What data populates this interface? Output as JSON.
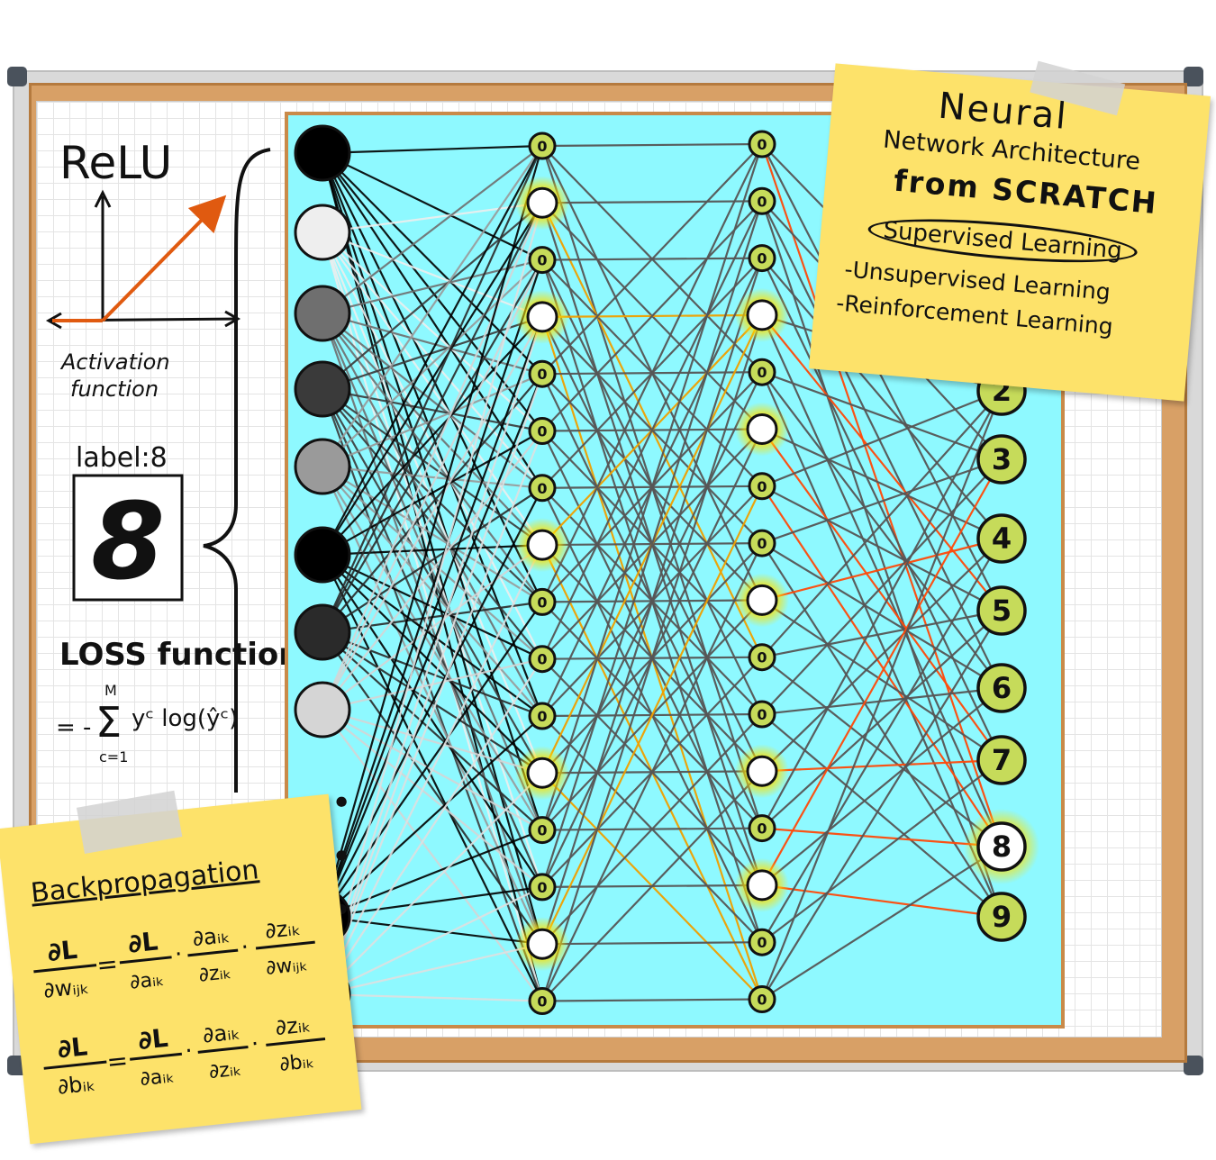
{
  "relu_panel": {
    "title": "ReLU",
    "caption_line1": "Activation",
    "caption_line2": "function"
  },
  "label_panel": {
    "label": "label:8",
    "digit": "8"
  },
  "loss_panel": {
    "title": "LOSS function",
    "formula_prefix": "= -",
    "sum_top": "M",
    "sum_bottom": "c=1",
    "formula_body": "yᶜ log(ŷᶜ)"
  },
  "network": {
    "input_shades": [
      "#000000",
      "#eeeeee",
      "#6f6f6f",
      "#3a3a3a",
      "#9a9a9a",
      "#000000",
      "#2a2a2a",
      "#d5d5d5",
      "#000000",
      "#e0e0e0"
    ],
    "hidden_activity": [
      0,
      1,
      0,
      1,
      0,
      0,
      0,
      1,
      0,
      0,
      0,
      1,
      0,
      0,
      1,
      0
    ],
    "hidden2_activity": [
      0,
      0,
      0,
      1,
      0,
      1,
      0,
      0,
      1,
      0,
      0,
      1,
      0,
      1,
      0,
      0
    ],
    "hidden_label": "0",
    "outputs": [
      "2",
      "3",
      "4",
      "5",
      "6",
      "7",
      "8",
      "9"
    ],
    "predicted_output": "8",
    "ellipsis": "•  •  •",
    "colors": {
      "panel": "#8ef9ff",
      "hidden_node": "#c6db5a",
      "active_node": "#ffffff",
      "glow": "#ffe100",
      "edge_dark": "#565656",
      "edge_orange": "#f0a000",
      "edge_red": "#ff4a0a"
    }
  },
  "note_architecture": {
    "line1": "Neural",
    "line2": "Network Architecture",
    "line3": "from SCRATCH",
    "items": [
      "Supervised Learning",
      "-Unsupervised Learning",
      "-Reinforcement Learning"
    ]
  },
  "note_backprop": {
    "title": "Backpropagation",
    "eq1_lhs_top": "∂L",
    "eq1_lhs_bottom": "∂wᵢⱼₖ",
    "eq1_t1_top": "∂L",
    "eq1_t1_bottom": "∂aᵢₖ",
    "eq1_t2_top": "∂aᵢₖ",
    "eq1_t2_bottom": "∂zᵢₖ",
    "eq1_t3_top": "∂zᵢₖ",
    "eq1_t3_bottom": "∂wᵢⱼₖ",
    "eq2_lhs_top": "∂L",
    "eq2_lhs_bottom": "∂bᵢₖ",
    "eq2_t1_top": "∂L",
    "eq2_t1_bottom": "∂aᵢₖ",
    "eq2_t2_top": "∂aᵢₖ",
    "eq2_t2_bottom": "∂zᵢₖ",
    "eq2_t3_top": "∂zᵢₖ",
    "eq2_t3_bottom": "∂bᵢₖ"
  }
}
